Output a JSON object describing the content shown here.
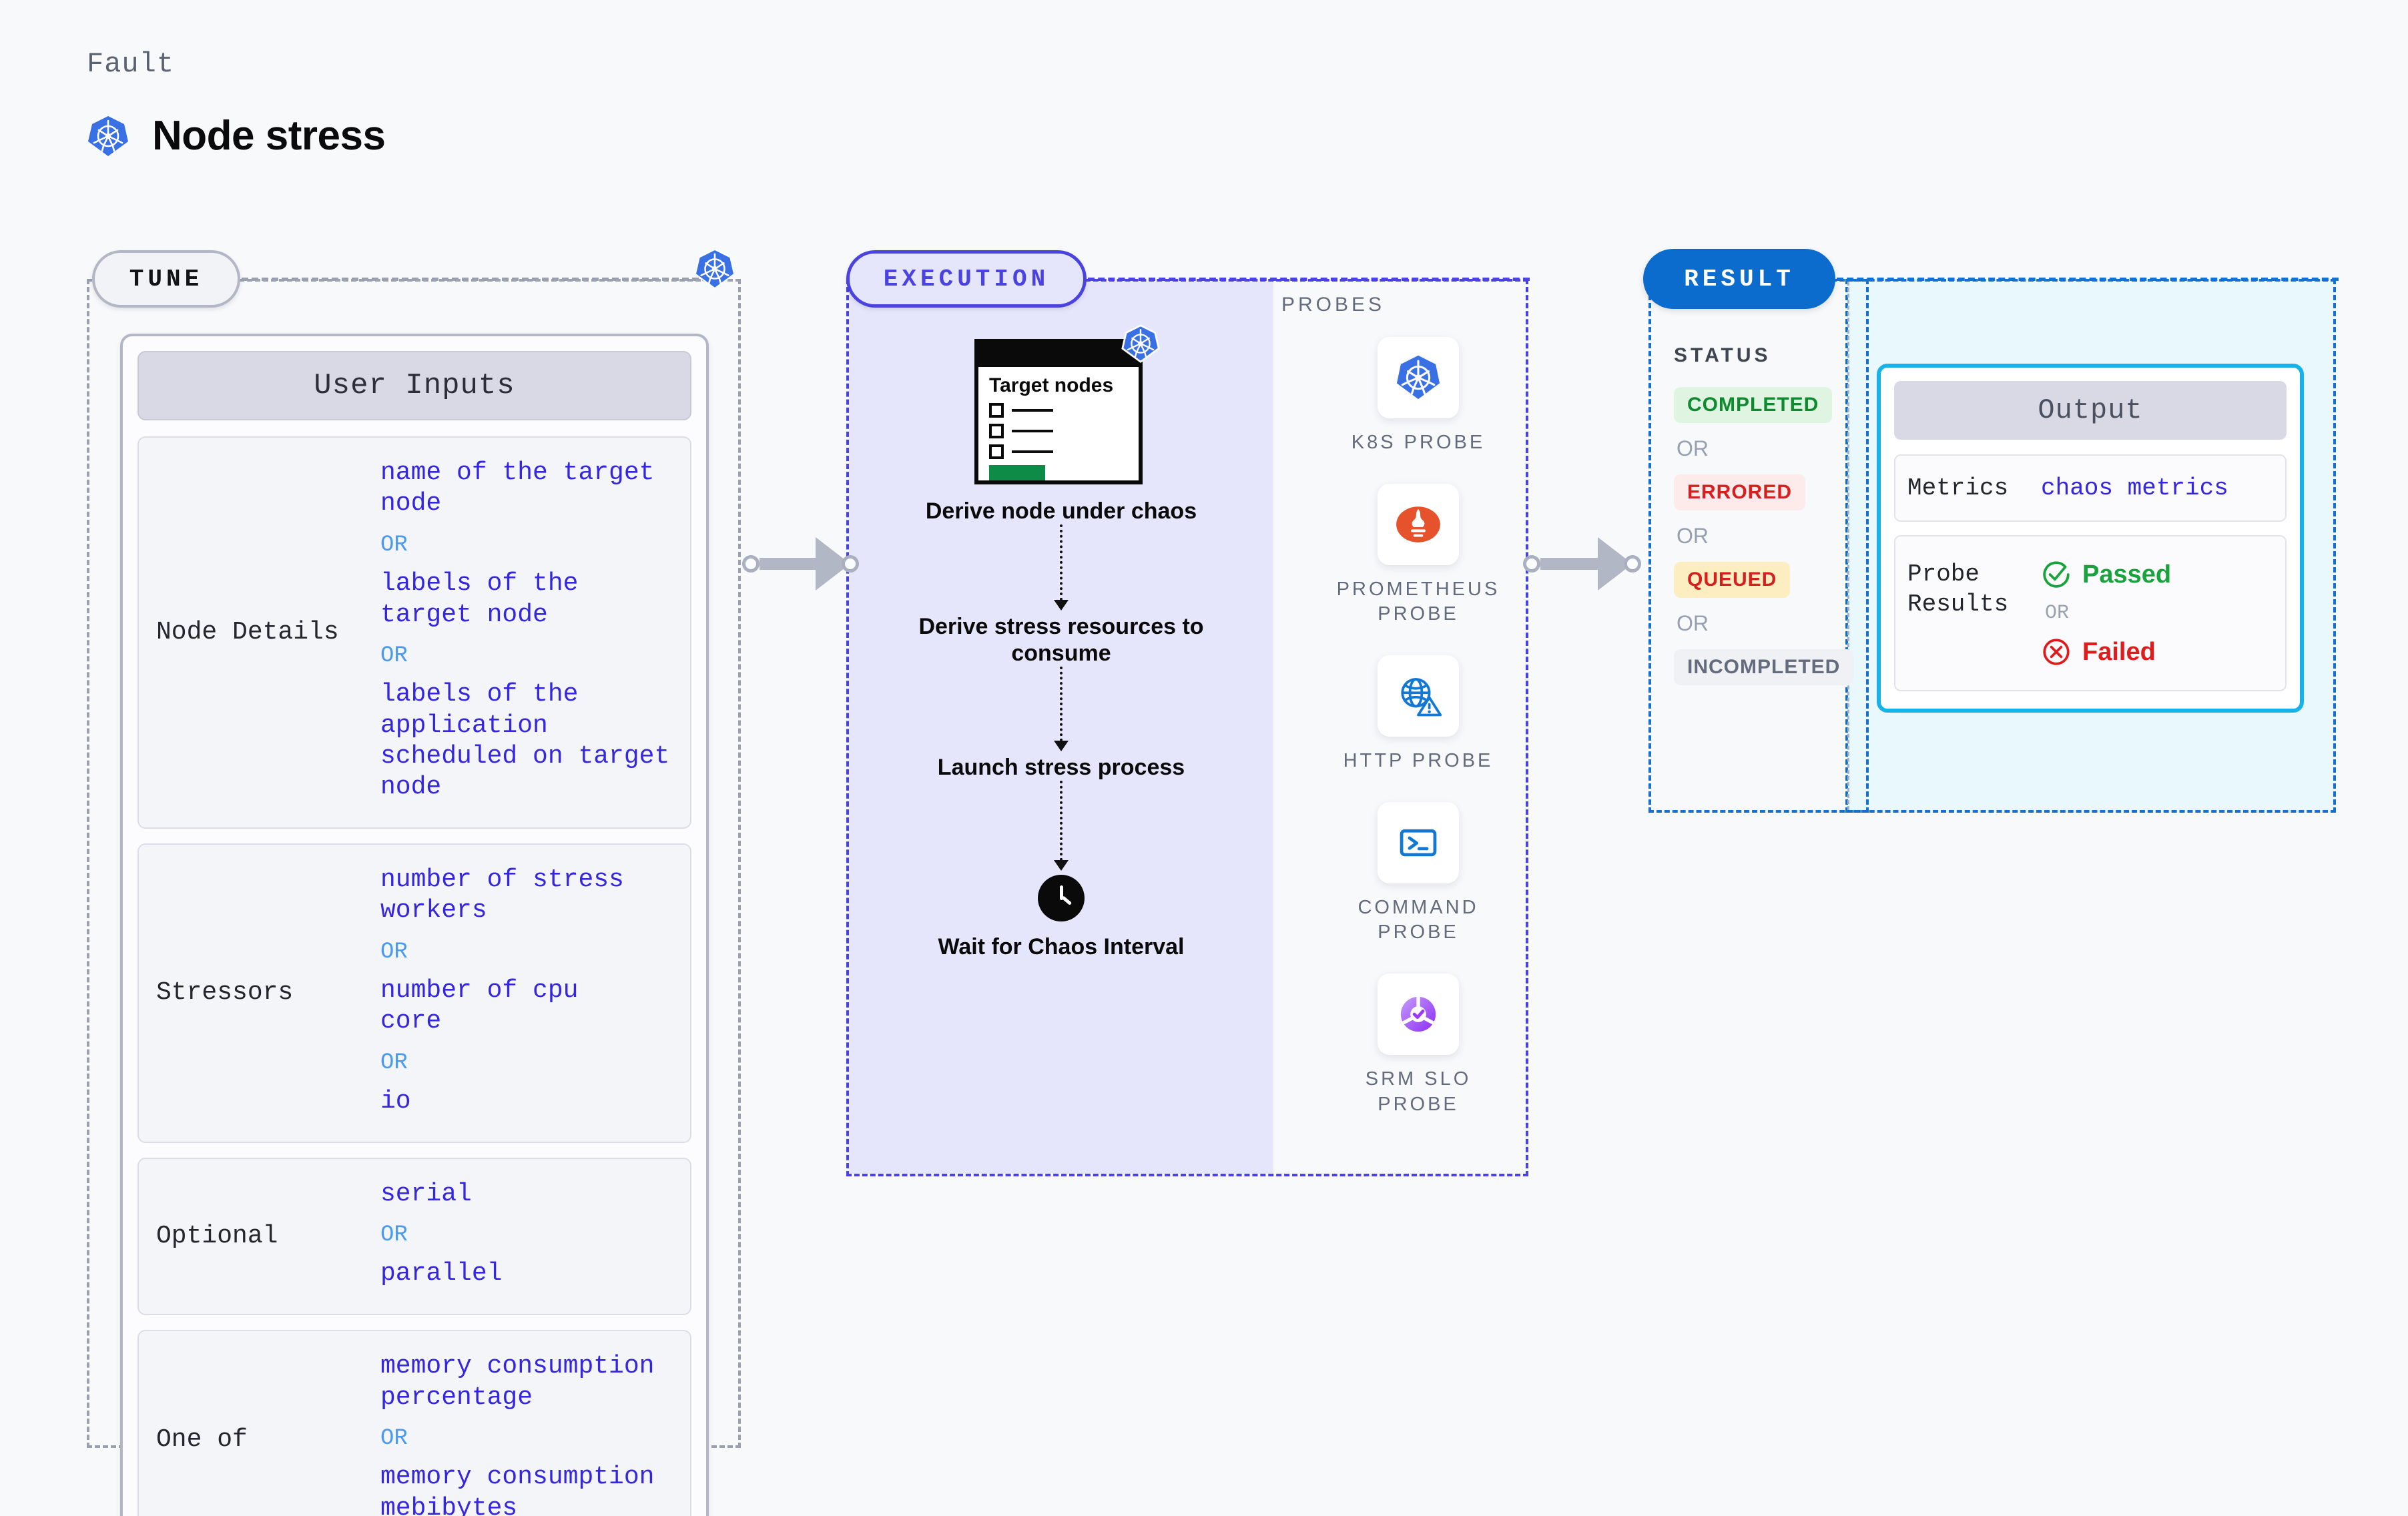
{
  "header": {
    "kind_label": "Fault",
    "title": "Node stress",
    "logo": "kubernetes-icon"
  },
  "tune": {
    "badge": "TUNE",
    "logo": "kubernetes-icon",
    "card_title": "User Inputs",
    "rows": [
      {
        "name": "Node Details",
        "values": [
          "name of the target\nnode",
          "labels of the\ntarget node",
          "labels of the application\n scheduled on target node"
        ],
        "separator": "OR"
      },
      {
        "name": "Stressors",
        "values": [
          "number of stress\nworkers",
          "number of cpu\ncore",
          "io"
        ],
        "separator": "OR"
      },
      {
        "name": "Optional",
        "values": [
          "serial",
          "parallel"
        ],
        "separator": "OR"
      },
      {
        "name": "One of",
        "values": [
          "memory consumption\npercentage",
          "memory consumption\nmebibytes"
        ],
        "separator": "OR"
      }
    ]
  },
  "execution": {
    "badge": "EXECUTION",
    "node_card": {
      "title": "Target nodes",
      "logo": "kubernetes-icon",
      "checkbox_count": 3
    },
    "steps": [
      {
        "label": "Derive node under chaos",
        "icon": "target-nodes-card"
      },
      {
        "label": "Derive stress resources to consume",
        "icon": "none"
      },
      {
        "label": "Launch stress process",
        "icon": "none"
      },
      {
        "label": "Wait for Chaos Interval",
        "icon": "clock-icon"
      }
    ]
  },
  "probes": {
    "title": "PROBES",
    "items": [
      {
        "label": "K8S PROBE",
        "icon": "kubernetes-icon"
      },
      {
        "label": "PROMETHEUS PROBE",
        "icon": "prometheus-icon"
      },
      {
        "label": "HTTP PROBE",
        "icon": "globe-warning-icon"
      },
      {
        "label": "COMMAND PROBE",
        "icon": "terminal-icon"
      },
      {
        "label": "SRM SLO PROBE",
        "icon": "slo-donut-check-icon"
      }
    ]
  },
  "result": {
    "badge": "RESULT",
    "status_title": "STATUS",
    "separator": "OR",
    "statuses": [
      {
        "label": "COMPLETED",
        "bg": "#dff5e1",
        "fg": "#0f8a2e"
      },
      {
        "label": "ERRORED",
        "bg": "#fdeaea",
        "fg": "#d61f1f"
      },
      {
        "label": "QUEUED",
        "bg": "#fdeec2",
        "fg": "#d61f1f"
      },
      {
        "label": "INCOMPLETED",
        "bg": "#f0f1f5",
        "fg": "#646b7d"
      }
    ],
    "output": {
      "title": "Output",
      "metrics_label": "Metrics",
      "metrics_value": "chaos metrics",
      "probe_results_label": "Probe Results",
      "separator": "OR",
      "passed_label": "Passed",
      "failed_label": "Failed",
      "passed_color": "#19a33c",
      "failed_color": "#e01b1b"
    }
  },
  "colors": {
    "background": "#f8f9fb",
    "tune_accent": "#9aa0ad",
    "execution_accent": "#4a43df",
    "result_accent": "#1570d0",
    "output_accent": "#17b2e8",
    "value_text": "#3526e0",
    "or_text": "#4c9aee"
  }
}
